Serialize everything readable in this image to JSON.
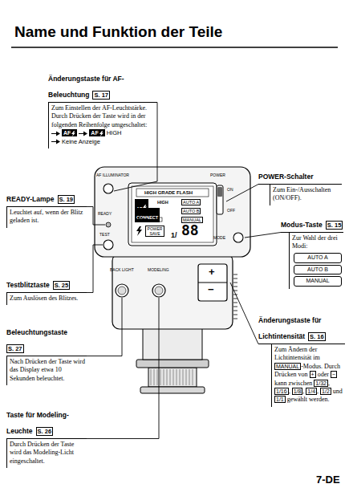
{
  "diagram": {
    "title": "Name und Funktion der Teile",
    "nodes": [
      {
        "text": [
          "Änderungstaste für AF-Beleuchtung",
          "S. 17",
          "Zum Einstellen der AF-Leuchtstärke. Durch Drücken der Taste wird in der folgenden Reihenfolge umgeschaltet:",
          "AF",
          "AF",
          "HIGH",
          "Keine Anzeige"
        ]
      },
      {
        "text": [
          "POWER-Schalter",
          "Zum Ein-/Ausschalten (ON/OFF)."
        ]
      },
      {
        "text": [
          "READY-Lampe",
          "S. 19",
          "Leuchtet auf, wenn der Blitz geladen ist."
        ]
      },
      {
        "text": [
          "Modus-Taste",
          "S. 15",
          "Zur Wahl der drei Modi:"
        ]
      },
      {
        "text": [
          "AUTO A"
        ],
        "in": 3
      },
      {
        "text": [
          "AUTO B"
        ],
        "in": 3
      },
      {
        "text": [
          "MANUAL"
        ],
        "in": 3
      },
      {
        "text": [
          "Testblitztaste",
          "S. 25",
          "Zum Auslösen des Blitzes."
        ]
      },
      {
        "text": [
          "Änderungstaste für Lichtintensität",
          "S. 16",
          "Zum Ändern der Lichtintensität im",
          "MANUAL",
          "-Modus. Durch Drücken von",
          "+",
          "oder",
          "−",
          "kann zwischen",
          "1/32",
          ",",
          "1/16",
          ",",
          "1/8",
          ",",
          "1/4",
          ",",
          "1/2",
          "und",
          "1/1",
          "gewählt werden."
        ]
      },
      {
        "text": [
          "Beleuchtungstaste",
          "S. 27",
          "Nach Drücken der Taste wird das Display etwa 10 Sekunden beleuchtet."
        ]
      },
      {
        "text": [
          "Taste für Modeling-Leuchte",
          "S. 26",
          "Durch Drücken der Taste wird das Modeling-Licht eingeschaltet."
        ]
      }
    ],
    "labels": [
      "AF ILLUMINATOR",
      "POWER",
      "ON",
      "OFF",
      "READY",
      "TEST",
      "MODE",
      "HIGH GRADE FLASH",
      "AF",
      "HIGH",
      "AUTO A",
      "CONNECT",
      "AUTO B",
      "WIDE",
      "MANUAL",
      "POWER SAVE",
      "1/",
      "88",
      "BACK LIGHT",
      "MODELING",
      "+",
      "−",
      "7-DE"
    ]
  }
}
